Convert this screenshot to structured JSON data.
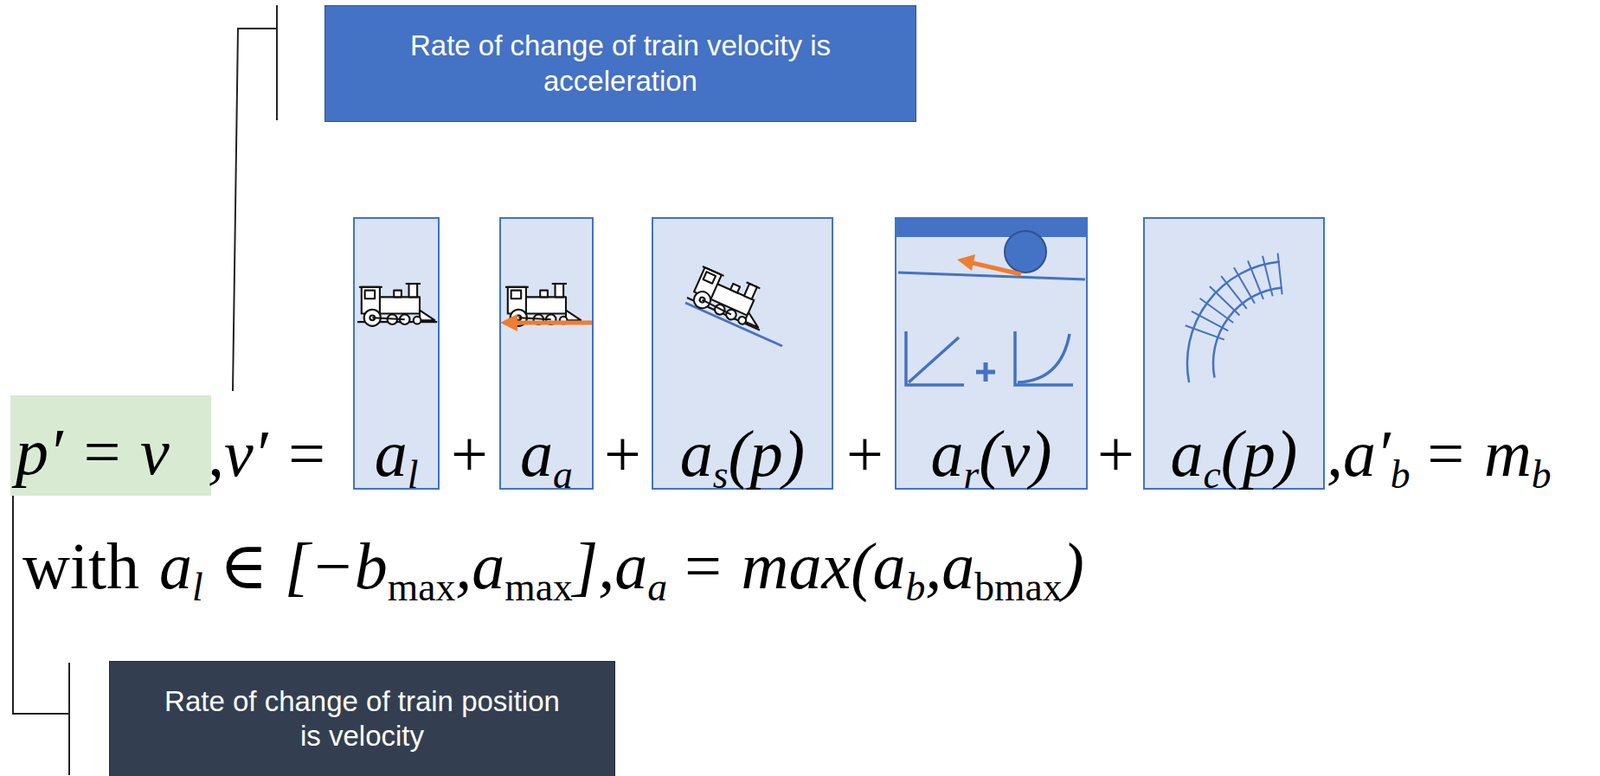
{
  "diagram": {
    "nodes": [
      {
        "text": [
          "Rate of change of train velocity is acceleration"
        ]
      },
      {
        "text": [
          "p′ = v"
        ]
      },
      {
        "text": [
          "a",
          "l"
        ]
      },
      {
        "text": [
          "a",
          "a"
        ]
      },
      {
        "text": [
          "a",
          "s",
          "(p)"
        ]
      },
      {
        "text": [
          "a",
          "r",
          "(v)"
        ]
      },
      {
        "text": [
          "a",
          "c",
          "(p)"
        ]
      },
      {
        "text": [
          "Rate of change of train position is velocity"
        ]
      }
    ],
    "edges": [
      {
        "from": 1,
        "to": 7,
        "arrow": "none"
      }
    ],
    "labels": [
      ",v′ =",
      "+",
      "+",
      "+",
      "+",
      ",a′",
      "b",
      "= m",
      "b",
      "with",
      "a",
      "l",
      "∈ [−b",
      "max",
      ",a",
      "max",
      "],a",
      "a",
      "= max(a",
      "b",
      ",a",
      "bmax",
      ")"
    ]
  }
}
